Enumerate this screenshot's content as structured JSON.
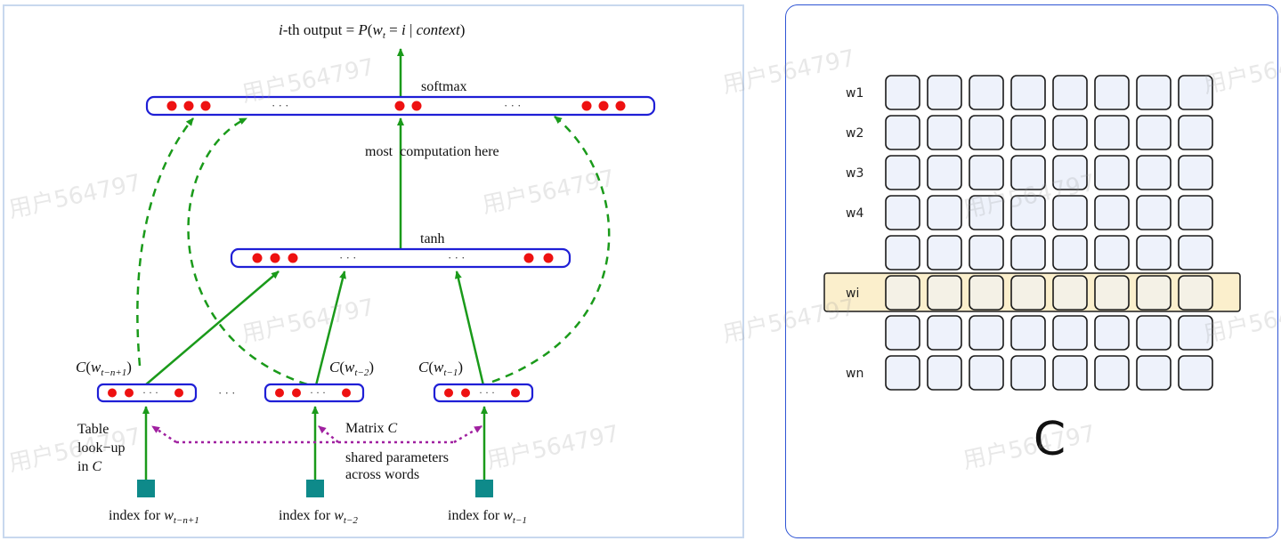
{
  "left": {
    "output_label": {
      "prefix": "i",
      "rest": "-th output = ",
      "P": "P",
      "paren_open": "(",
      "w": "w",
      "t": "t",
      "eq": " = ",
      "i2": "i",
      "bar": " | ",
      "context": "context",
      "paren_close": ")"
    },
    "softmax_label": "softmax",
    "computation_label": "most  computation here",
    "tanh_label": "tanh",
    "dots": "· · ·",
    "c_labels": [
      {
        "C": "C",
        "open": "(",
        "w": "w",
        "sub": "t−n+1",
        "close": ")"
      },
      {
        "C": "C",
        "open": "(",
        "w": "w",
        "sub": "t−2",
        "close": ")"
      },
      {
        "C": "C",
        "open": "(",
        "w": "w",
        "sub": "t−1",
        "close": ")"
      }
    ],
    "table_lookup": {
      "line1": "Table",
      "line2": "look−up",
      "line3": "in ",
      "C": "C"
    },
    "matrix_label": {
      "text": "Matrix ",
      "C": "C"
    },
    "shared_label": {
      "line1": "shared parameters",
      "line2": "across words"
    },
    "index_labels": [
      {
        "text": "index for ",
        "w": "w",
        "sub": "t−n+1"
      },
      {
        "text": "index for ",
        "w": "w",
        "sub": "t−2"
      },
      {
        "text": "index for ",
        "w": "w",
        "sub": "t−1"
      }
    ],
    "colors": {
      "blue": "#1f1fd6",
      "red": "#ee1111",
      "green": "#1a9a1a",
      "purple": "#a020a0",
      "teal": "#0e8a8a"
    }
  },
  "right": {
    "row_labels": [
      "w1",
      "w2",
      "w3",
      "w4",
      "",
      "wi",
      "",
      "wn"
    ],
    "highlight_row": 5,
    "columns": 8,
    "matrix_label": "C",
    "colors": {
      "cell_fill": "#eef2fb",
      "cell_border": "#1a1a1a",
      "highlight": "#fbefcc"
    }
  },
  "watermark": "用户564797"
}
